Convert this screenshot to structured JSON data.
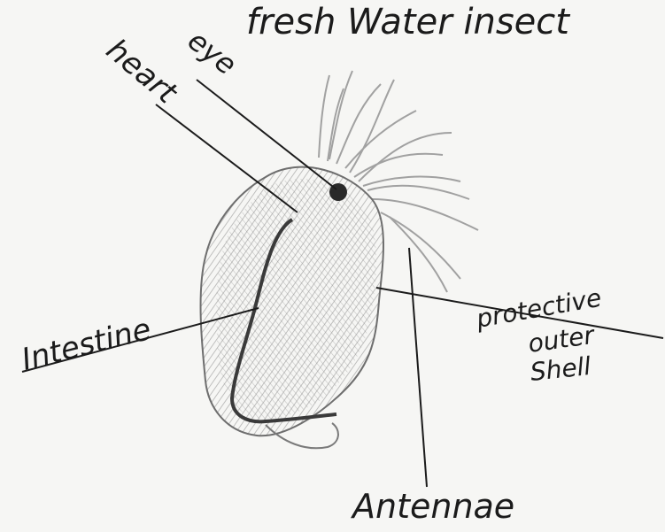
{
  "title": "fresh Water insect",
  "labels": {
    "heart": "heart",
    "eye": "eye",
    "intestine": "Intestine",
    "shell_line1": "protective",
    "shell_line2": "outer",
    "shell_line3": "Shell",
    "antennae": "Antennae"
  },
  "colors": {
    "ink": "#1b1b1b",
    "pencil": "#6e6e6e",
    "pencil_light": "#9a9a9a",
    "paper": "#f6f6f4"
  }
}
